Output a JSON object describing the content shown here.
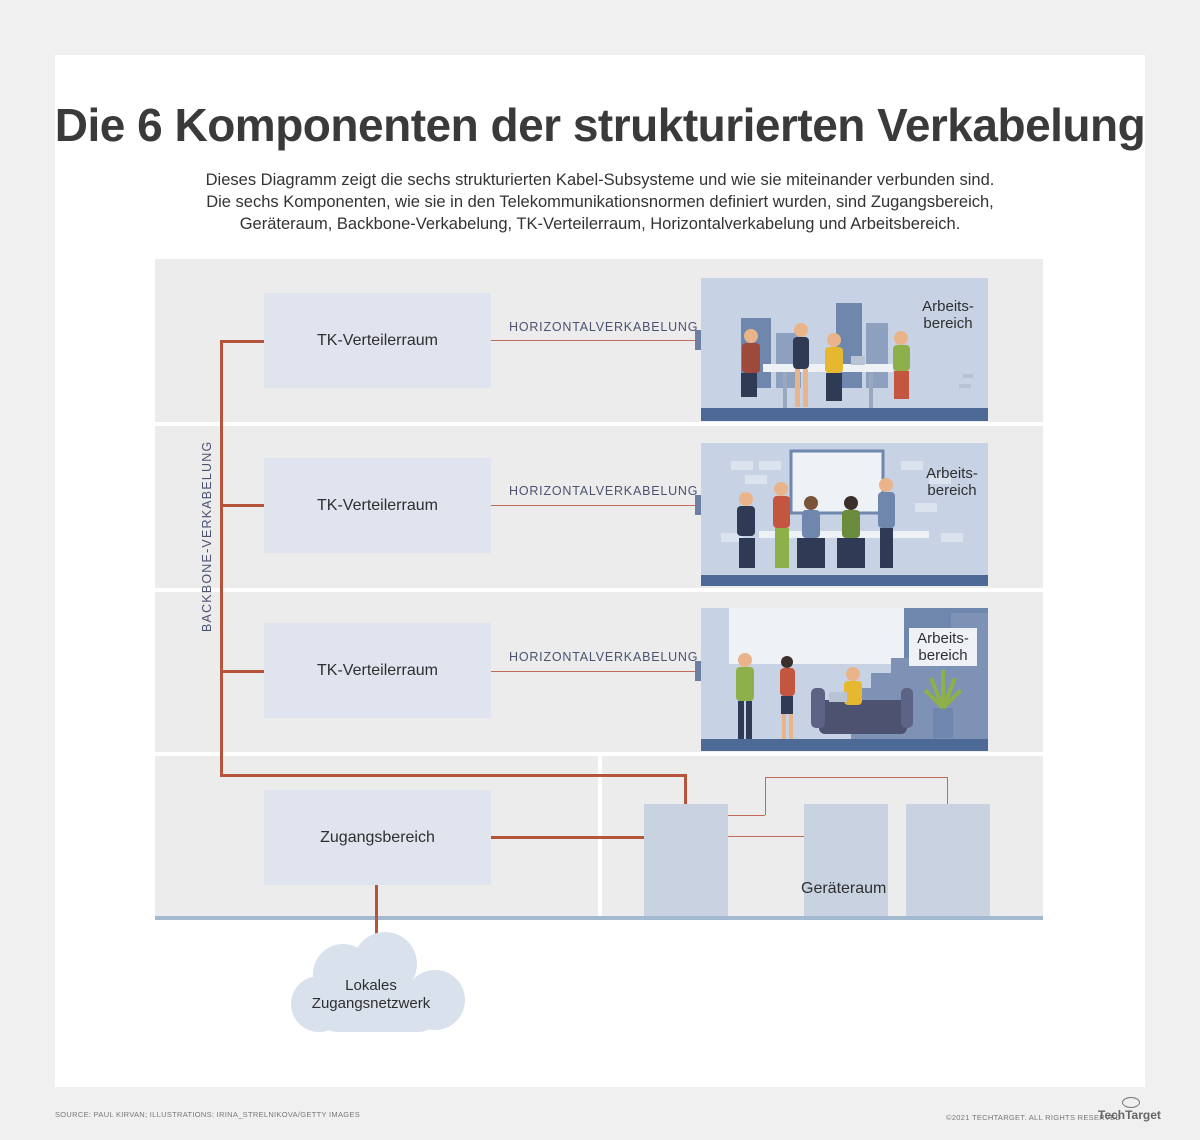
{
  "title": "Die 6 Komponenten der strukturierten Verkabelung",
  "description": [
    "Dieses Diagramm zeigt die sechs strukturierten Kabel-Subsysteme und wie sie miteinander verbunden sind.",
    "Die sechs Komponenten, wie sie in den Telekommunikationsnormen definiert wurden, sind Zugangsbereich,",
    "Geräteraum, Backbone-Verkabelung, TK-Verteilerraum, Horizontalverkabelung und Arbeitsbereich."
  ],
  "backbone_label": "BACKBONE-VERKABELUNG",
  "floors": [
    {
      "telecom_room": "TK-Verteilerraum",
      "cable_label": "HORIZONTALVERKABELUNG",
      "work_area_label": "Arbeits-\nbereich"
    },
    {
      "telecom_room": "TK-Verteilerraum",
      "cable_label": "HORIZONTALVERKABELUNG",
      "work_area_label": "Arbeits-\nbereich"
    },
    {
      "telecom_room": "TK-Verteilerraum",
      "cable_label": "HORIZONTALVERKABELUNG",
      "work_area_label": "Arbeits-\nbereich"
    }
  ],
  "entrance_facility": "Zugangsbereich",
  "equipment_room": "Geräteraum",
  "cloud_label": "Lokales\nZugangsnetzwerk",
  "footer": {
    "source": "SOURCE: PAUL KIRVAN; ILLUSTRATIONS: IRINA_STRELNIKOVA/GETTY IMAGES",
    "copyright": "©2021 TECHTARGET. ALL RIGHTS RESERVED",
    "brand": "TechTarget"
  },
  "colors": {
    "cable": "#b5543b",
    "box": "#dfe4ee",
    "band": "#ececec",
    "floor_line": "#a3b9cf"
  }
}
